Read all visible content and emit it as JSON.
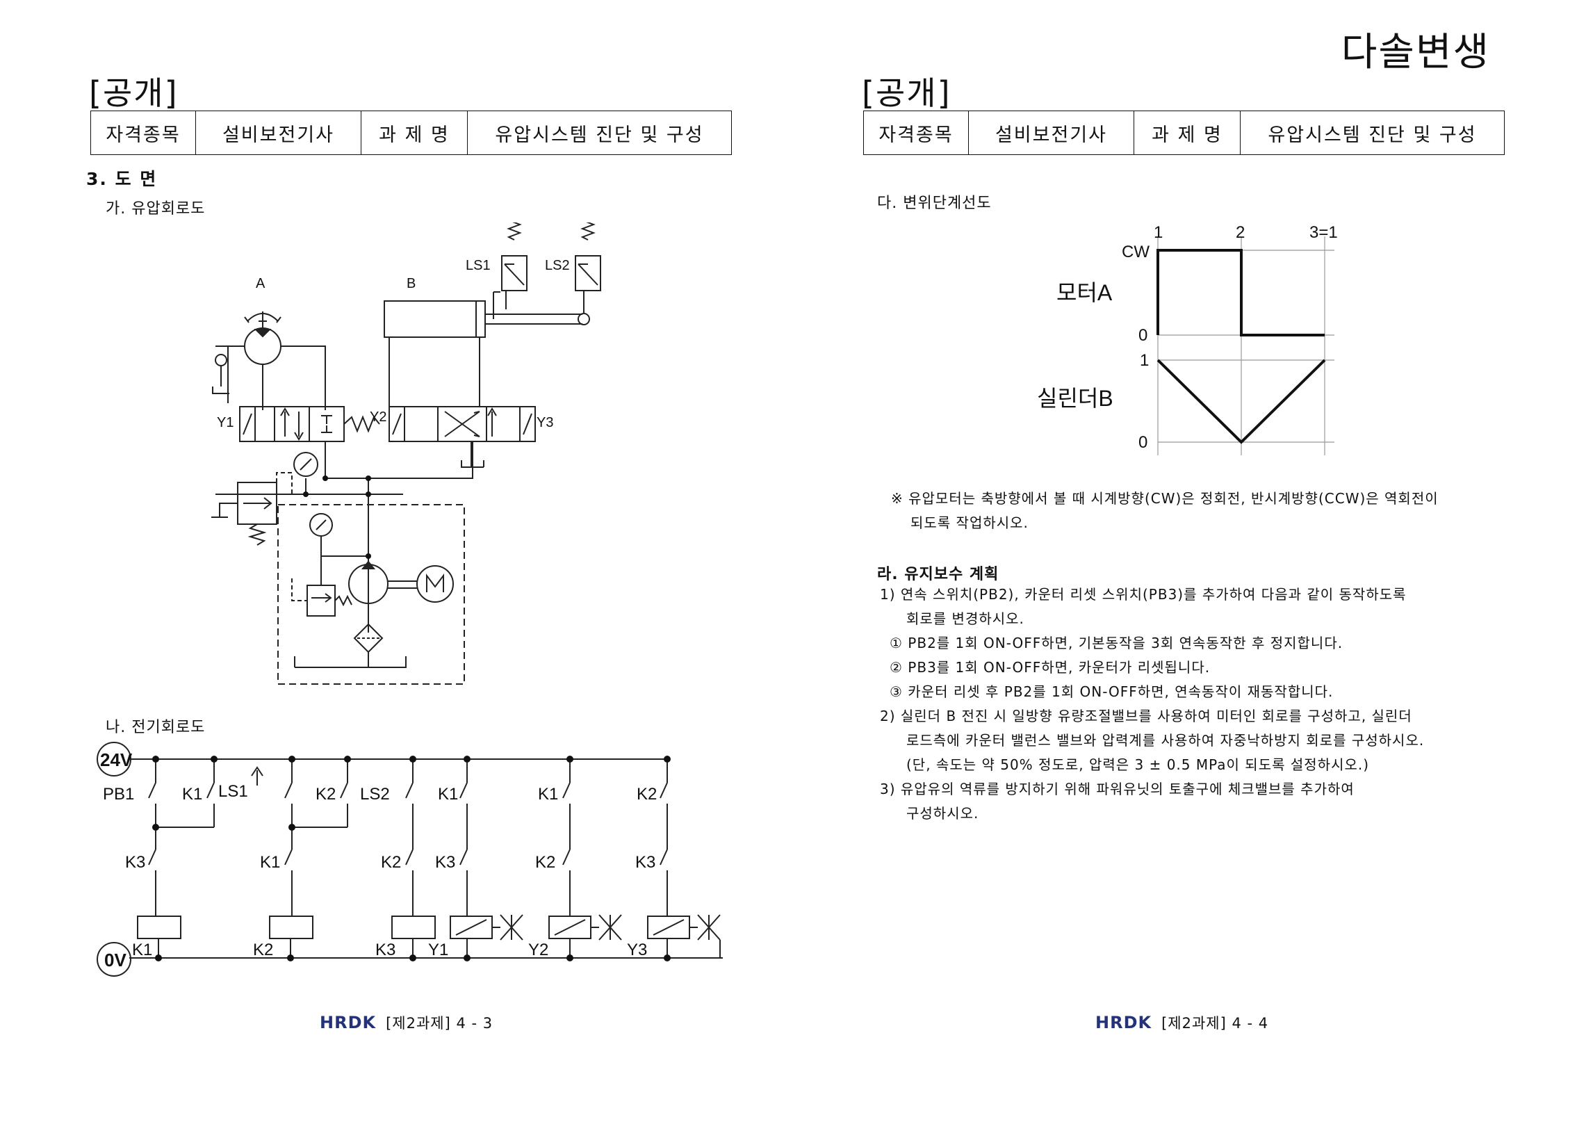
{
  "brand": "다솔변생",
  "left": {
    "public_label": "[공개]",
    "table": {
      "k1": "자격종목",
      "v1": "설비보전기사",
      "k2": "과 제 명",
      "v2": "유압시스템 진단 및 구성"
    },
    "section": "3. 도 면",
    "hyd_title": "가. 유압회로도",
    "elec_title": "나. 전기회로도",
    "hyd": {
      "a": "A",
      "b": "B",
      "ls1": "LS1",
      "ls2": "LS2",
      "y1": "Y1",
      "y2": "Y2",
      "y3": "Y3"
    },
    "elec": {
      "v24": "24V",
      "v0": "0V",
      "pb1": "PB1",
      "k1": "K1",
      "ls1": "LS1",
      "k2": "K2",
      "ls2": "LS2",
      "k3": "K3",
      "y1": "Y1",
      "y2": "Y2",
      "y3": "Y3"
    },
    "footer_brand": "HRDK",
    "footer": "[제2과제] 4 - 3"
  },
  "right": {
    "public_label": "[공개]",
    "table": {
      "k1": "자격종목",
      "v1": "설비보전기사",
      "k2": "과 제 명",
      "v2": "유압시스템 진단 및 구성"
    },
    "disp_title": "다. 변위단계선도",
    "chart": {
      "steps": [
        "1",
        "2",
        "3=1"
      ],
      "motor_label": "모터A",
      "cyl_label": "실린더B",
      "cw": "CW",
      "zero": "0",
      "one": "1"
    },
    "note1": "※ 유압모터는 축방향에서 볼 때 시계방향(CW)은 정회전, 반시계방향(CCW)은 역회전이",
    "note2": "되도록 작업하시오.",
    "maint_title": "라. 유지보수 계획",
    "lines": [
      "1) 연속 스위치(PB2), 카운터 리셋 스위치(PB3)를 추가하여 다음과 같이 동작하도록",
      "회로를 변경하시오.",
      "① PB2를 1회 ON-OFF하면, 기본동작을 3회 연속동작한 후 정지합니다.",
      "② PB3를 1회 ON-OFF하면, 카운터가 리셋됩니다.",
      "③ 카운터 리셋 후 PB2를 1회 ON-OFF하면, 연속동작이 재동작합니다.",
      "2) 실린더 B 전진 시 일방향 유량조절밸브를 사용하여 미터인 회로를 구성하고, 실린더",
      "로드측에 카운터 밸런스 밸브와 압력계를 사용하여 자중낙하방지 회로를 구성하시오.",
      "(단, 속도는 약 50% 정도로, 압력은 3 ± 0.5 MPa이 되도록 설정하시오.)",
      "3) 유압유의 역류를 방지하기 위해 파워유닛의 토출구에 체크밸브를 추가하여",
      "구성하시오."
    ],
    "footer_brand": "HRDK",
    "footer": "[제2과제] 4 - 4"
  }
}
